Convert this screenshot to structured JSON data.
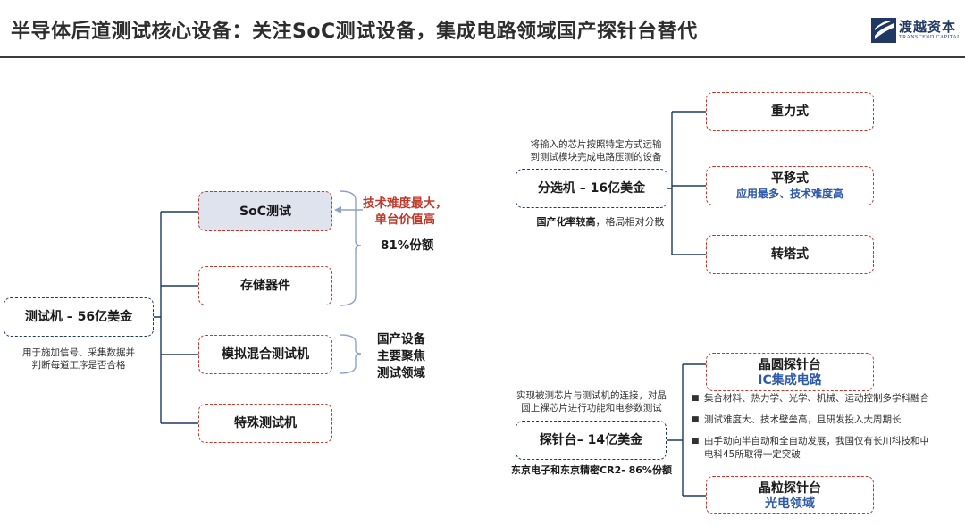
{
  "header": {
    "title": "半导体后道测试核心设备：关注SoC测试设备，集成电路领域国产探针台替代",
    "logo": {
      "name_cn": "渡越资本",
      "name_en": "TRANSCEND CAPITAL",
      "color": "#1f3864"
    }
  },
  "tester": {
    "root": {
      "label": "测试机 – 56亿美金",
      "desc": [
        "用于施加信号、采集数据并",
        "判断每道工序是否合格"
      ]
    },
    "children": [
      "SoC测试",
      "存储器件",
      "模拟混合测试机",
      "特殊测试机"
    ],
    "soc_note": [
      "技术难度最大，",
      "单台价值高"
    ],
    "share": "81%份额",
    "domestic": [
      "国产设备",
      "主要聚焦",
      "测试领域"
    ]
  },
  "handler": {
    "root": {
      "label": "分选机 – 16亿美金",
      "desc": [
        "将输入的芯片按照特定方式运输",
        "到测试模块完成电路压测的设备"
      ]
    },
    "note_bold": "国产化率较高",
    "note_rest": "，格局相对分散",
    "children": [
      {
        "label": "重力式"
      },
      {
        "label": "平移式",
        "sub": "应用最多、技术难度高"
      },
      {
        "label": "转塔式"
      }
    ]
  },
  "prober": {
    "root": {
      "label": "探针台– 14亿美金",
      "desc": [
        "实现被测芯片与测试机的连接，对晶",
        "圆上裸芯片进行功能和电参数测试"
      ]
    },
    "note": "东京电子和东京精密CR2- 86%份额",
    "children": [
      {
        "label": "晶圆探针台",
        "sub": "IC集成电路"
      },
      {
        "label": "晶粒探针台",
        "sub": "光电领域"
      }
    ],
    "bullets": [
      "集合材料、热力学、光学、机械、运动控制多学科融合",
      "测试难度大、技术壁垒高，且研发投入大周期长",
      "由手动向半自动和全自动发展，我国仅有长川科技和中电科45所取得一定突破"
    ]
  },
  "colors": {
    "accent_red": "#c0392b",
    "navy": "#1f3864",
    "blue_text": "#2e5aa8",
    "highlight_fill": "#dfe3ee"
  }
}
